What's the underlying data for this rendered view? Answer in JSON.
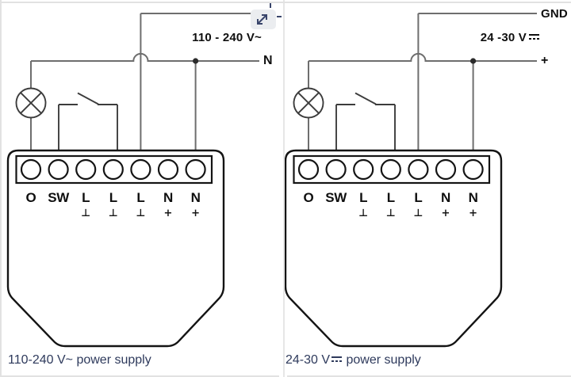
{
  "icons": {
    "expand_button": "open-in-full-icon",
    "lamp": "lamp-bulb-icon",
    "switch": "switch-contact-icon",
    "dc_symbol": "direct-current-icon",
    "junction": "junction-dot"
  },
  "panes": [
    {
      "voltage_label": "110 - 240 V~",
      "line_label": "N",
      "caption": "110-240 V~ power supply",
      "terminals": [
        "O",
        "SW",
        "L",
        "L",
        "L",
        "N",
        "N"
      ],
      "terminal_marks": [
        "⊥",
        "⊥",
        "⊥",
        "+",
        "+"
      ]
    },
    {
      "top_right_label": "GND",
      "voltage_label": "24 -30 V",
      "line_label": "+",
      "caption_prefix": "24-30 V",
      "caption_suffix": " power supply",
      "terminals": [
        "O",
        "SW",
        "L",
        "L",
        "L",
        "N",
        "N"
      ],
      "terminal_marks": [
        "⊥",
        "⊥",
        "⊥",
        "+",
        "+"
      ]
    }
  ]
}
